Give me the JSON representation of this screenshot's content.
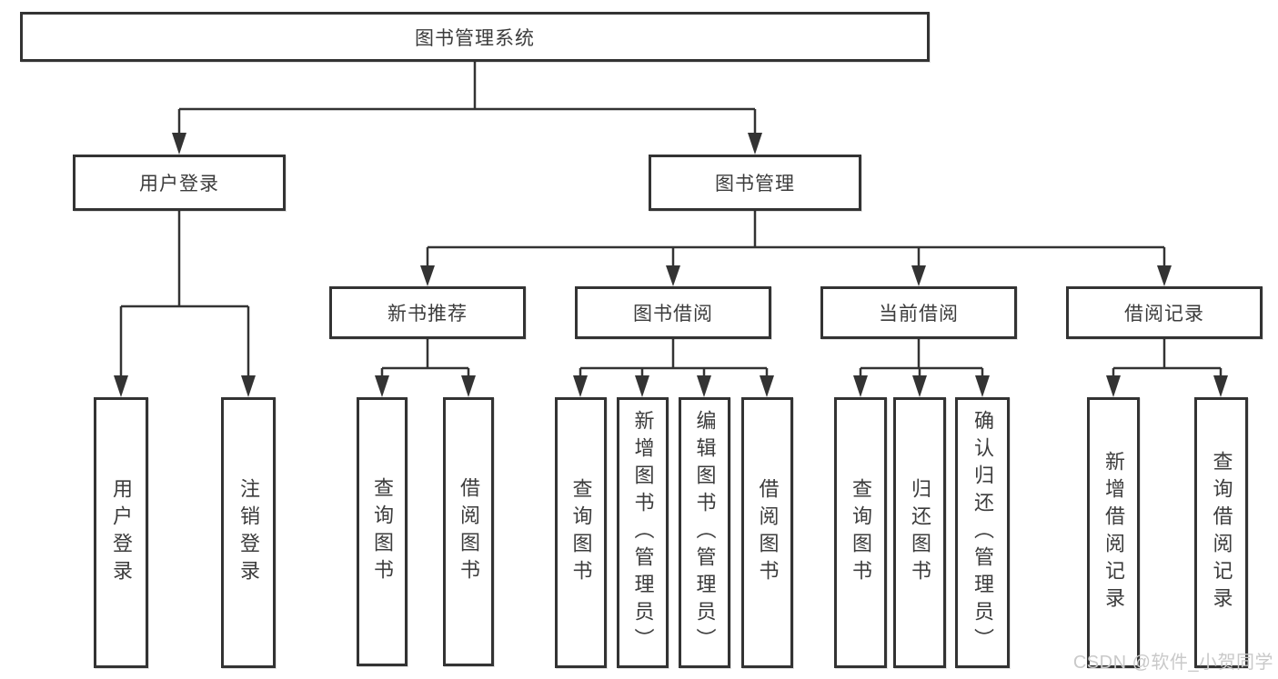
{
  "diagram": {
    "root": "图书管理系统",
    "branches": {
      "user_login": {
        "label": "用户登录",
        "leaves": [
          "用户登录",
          "注销登录"
        ]
      },
      "book_management": {
        "label": "图书管理"
      },
      "new_book_recommend": {
        "label": "新书推荐",
        "leaves": [
          "查询图书",
          "借阅图书"
        ]
      },
      "book_borrowing": {
        "label": "图书借阅",
        "leaves": [
          "查询图书",
          "新增图书（管理员）",
          "编辑图书（管理员）",
          "借阅图书"
        ]
      },
      "current_borrowing": {
        "label": "当前借阅",
        "leaves": [
          "查询图书",
          "归还图书",
          "确认归还（管理员）"
        ]
      },
      "borrow_records": {
        "label": "借阅记录",
        "leaves": [
          "新增借阅记录",
          "查询借阅记录"
        ]
      }
    }
  },
  "watermark": {
    "text": "CSDN @软件_小贺同学"
  },
  "colors": {
    "line": "#333333",
    "box_border": "#333333",
    "text": "#3c3c3c",
    "watermark": "#c9c9c9",
    "background": "#ffffff"
  }
}
